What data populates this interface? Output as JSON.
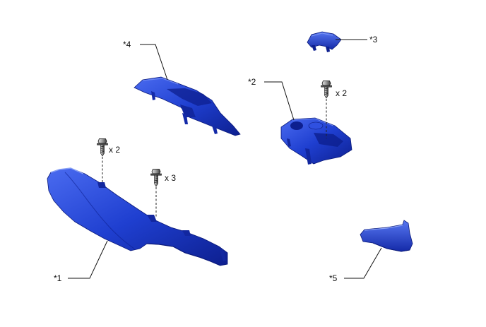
{
  "callouts": {
    "part1": "*1",
    "part2": "*2",
    "part3": "*3",
    "part4": "*4",
    "part5": "*5"
  },
  "quantities": {
    "screws_part1_left": "x 2",
    "screws_part1_right": "x 3",
    "screws_part2": "x 2"
  },
  "colors": {
    "part_fill": "#1f3fd0",
    "part_dark": "#0b1a7a",
    "part_light": "#5a78ee",
    "line": "#111111"
  },
  "icons": {
    "screw": "screw-icon"
  }
}
